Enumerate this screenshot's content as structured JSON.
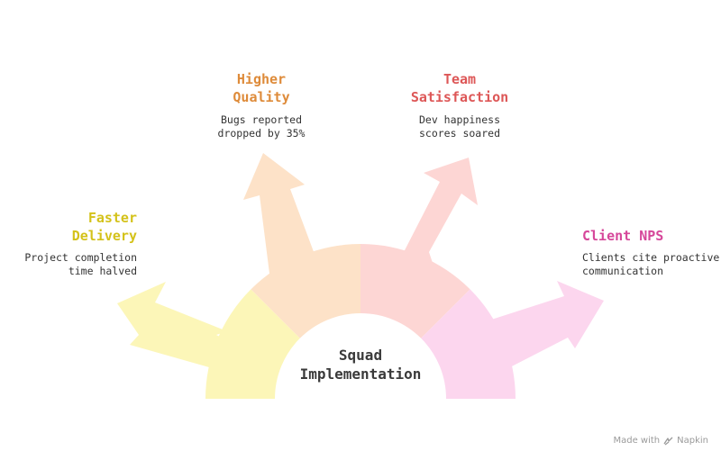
{
  "center": {
    "line1": "Squad",
    "line2": "Implementation"
  },
  "outcomes": [
    {
      "key": "delivery",
      "title1": "Faster",
      "title2": "Delivery",
      "desc1": "Project completion",
      "desc2": "time halved",
      "title_color": "#d4c21a",
      "fill": "#fcf6b8"
    },
    {
      "key": "quality",
      "title1": "Higher",
      "title2": "Quality",
      "desc1": "Bugs reported",
      "desc2": "dropped by 35%",
      "title_color": "#de8b3a",
      "fill": "#fde2c8"
    },
    {
      "key": "satisfaction",
      "title1": "Team",
      "title2": "Satisfaction",
      "desc1": "Dev happiness",
      "desc2": "scores soared",
      "title_color": "#dd5757",
      "fill": "#fdd6d4"
    },
    {
      "key": "nps",
      "title1": "Client NPS",
      "title2": "",
      "desc1": "Clients cite proactive",
      "desc2": "communication",
      "title_color": "#d6479a",
      "fill": "#fcd6ee"
    }
  ],
  "footer": {
    "made_with": "Made with",
    "brand": "Napkin",
    "icon": "napkin-logo-icon"
  }
}
